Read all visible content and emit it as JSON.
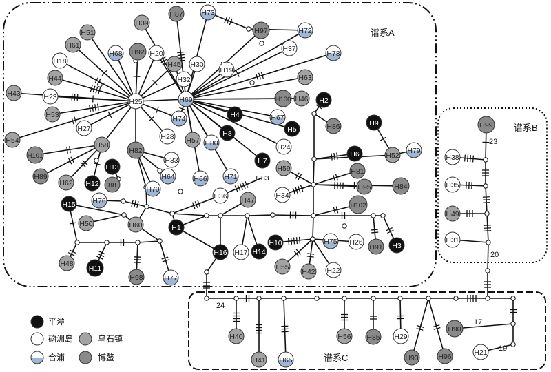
{
  "groups": [
    {
      "id": "A",
      "label": "谱系A"
    },
    {
      "id": "B",
      "label": "谱系B"
    },
    {
      "id": "C",
      "label": "谱系C"
    }
  ],
  "legend": [
    {
      "label": "平潭",
      "kind": "pingtan"
    },
    {
      "label": "硇洲岛",
      "kind": "naozhou"
    },
    {
      "label": "乌石镇",
      "kind": "wushi"
    },
    {
      "label": "合浦",
      "kind": "hepu"
    },
    {
      "label": "博鳌",
      "kind": "boao"
    }
  ],
  "styles": {
    "pingtan": {
      "fill": "#111111",
      "text": "#ffffff"
    },
    "naozhou": {
      "fill": "#ffffff",
      "text": "#222222"
    },
    "wushi": {
      "fill": "#a3a3a3",
      "text": "#222222"
    },
    "boao": {
      "fill": "#8a8a8a",
      "text": "#222222"
    },
    "hepu": {
      "fill": "hepu",
      "text": "#222222"
    },
    "hepu_top": "#ffffff",
    "hepu_bottom": "#9fb7d4"
  },
  "haplotypes": [
    {
      "id": "H1",
      "kind": "pingtan"
    },
    {
      "id": "H2",
      "kind": "pingtan"
    },
    {
      "id": "H3",
      "kind": "pingtan"
    },
    {
      "id": "H4",
      "kind": "pingtan"
    },
    {
      "id": "H5",
      "kind": "pingtan"
    },
    {
      "id": "H6",
      "kind": "pingtan"
    },
    {
      "id": "H7",
      "kind": "pingtan"
    },
    {
      "id": "H8",
      "kind": "pingtan"
    },
    {
      "id": "H9",
      "kind": "pingtan"
    },
    {
      "id": "H10",
      "kind": "pingtan"
    },
    {
      "id": "H11",
      "kind": "pingtan"
    },
    {
      "id": "H12",
      "kind": "pingtan"
    },
    {
      "id": "H13",
      "kind": "pingtan"
    },
    {
      "id": "H14",
      "kind": "pingtan"
    },
    {
      "id": "H15",
      "kind": "pingtan"
    },
    {
      "id": "H16",
      "kind": "pingtan"
    },
    {
      "id": "H17",
      "kind": "naozhou"
    },
    {
      "id": "H18",
      "kind": "naozhou"
    },
    {
      "id": "H19",
      "kind": "naozhou"
    },
    {
      "id": "H20",
      "kind": "naozhou"
    },
    {
      "id": "H21",
      "kind": "naozhou"
    },
    {
      "id": "H22",
      "kind": "naozhou"
    },
    {
      "id": "H23",
      "kind": "naozhou"
    },
    {
      "id": "H24",
      "kind": "naozhou"
    },
    {
      "id": "H25",
      "kind": "naozhou"
    },
    {
      "id": "H26",
      "kind": "naozhou"
    },
    {
      "id": "H27",
      "kind": "naozhou"
    },
    {
      "id": "H28",
      "kind": "naozhou"
    },
    {
      "id": "H29",
      "kind": "naozhou"
    },
    {
      "id": "H30",
      "kind": "naozhou"
    },
    {
      "id": "H31",
      "kind": "naozhou"
    },
    {
      "id": "H32",
      "kind": "naozhou"
    },
    {
      "id": "H33",
      "kind": "naozhou"
    },
    {
      "id": "H34",
      "kind": "naozhou"
    },
    {
      "id": "H35",
      "kind": "naozhou"
    },
    {
      "id": "H36",
      "kind": "naozhou"
    },
    {
      "id": "H37",
      "kind": "naozhou"
    },
    {
      "id": "H38",
      "kind": "naozhou"
    },
    {
      "id": "H39",
      "kind": "wushi"
    },
    {
      "id": "H40",
      "kind": "wushi"
    },
    {
      "id": "H41",
      "kind": "wushi"
    },
    {
      "id": "H42",
      "kind": "wushi"
    },
    {
      "id": "H43",
      "kind": "wushi"
    },
    {
      "id": "H44",
      "kind": "wushi"
    },
    {
      "id": "H45",
      "kind": "wushi"
    },
    {
      "id": "H46",
      "kind": "wushi"
    },
    {
      "id": "H47",
      "kind": "wushi"
    },
    {
      "id": "H48",
      "kind": "wushi"
    },
    {
      "id": "H49",
      "kind": "wushi"
    },
    {
      "id": "H50",
      "kind": "wushi"
    },
    {
      "id": "H51",
      "kind": "wushi"
    },
    {
      "id": "H52",
      "kind": "wushi"
    },
    {
      "id": "H53",
      "kind": "wushi"
    },
    {
      "id": "H54",
      "kind": "wushi"
    },
    {
      "id": "H55",
      "kind": "wushi"
    },
    {
      "id": "H56",
      "kind": "wushi"
    },
    {
      "id": "H57",
      "kind": "wushi"
    },
    {
      "id": "H58",
      "kind": "wushi"
    },
    {
      "id": "H59",
      "kind": "wushi"
    },
    {
      "id": "H60",
      "kind": "wushi"
    },
    {
      "id": "H61",
      "kind": "wushi"
    },
    {
      "id": "H62",
      "kind": "wushi"
    },
    {
      "id": "H63",
      "kind": "wushi"
    },
    {
      "id": "H64",
      "kind": "hepu"
    },
    {
      "id": "H65",
      "kind": "hepu"
    },
    {
      "id": "H66",
      "kind": "hepu"
    },
    {
      "id": "H67",
      "kind": "hepu"
    },
    {
      "id": "H68",
      "kind": "hepu"
    },
    {
      "id": "H69",
      "kind": "hepu"
    },
    {
      "id": "H70",
      "kind": "hepu"
    },
    {
      "id": "H71",
      "kind": "hepu"
    },
    {
      "id": "H72",
      "kind": "hepu"
    },
    {
      "id": "H73",
      "kind": "hepu"
    },
    {
      "id": "H74",
      "kind": "hepu"
    },
    {
      "id": "H75",
      "kind": "hepu"
    },
    {
      "id": "H76",
      "kind": "hepu"
    },
    {
      "id": "H77",
      "kind": "hepu"
    },
    {
      "id": "H78",
      "kind": "hepu"
    },
    {
      "id": "H79",
      "kind": "hepu"
    },
    {
      "id": "H80",
      "kind": "hepu"
    },
    {
      "id": "H81",
      "kind": "boao"
    },
    {
      "id": "H82",
      "kind": "boao"
    },
    {
      "id": "H84",
      "kind": "boao"
    },
    {
      "id": "H85",
      "kind": "boao"
    },
    {
      "id": "H86",
      "kind": "boao"
    },
    {
      "id": "H87",
      "kind": "boao"
    },
    {
      "id": "88",
      "kind": "boao"
    },
    {
      "id": "H89",
      "kind": "boao"
    },
    {
      "id": "H90",
      "kind": "boao"
    },
    {
      "id": "H91",
      "kind": "boao"
    },
    {
      "id": "H92",
      "kind": "boao"
    },
    {
      "id": "H93",
      "kind": "boao"
    },
    {
      "id": "H95",
      "kind": "boao"
    },
    {
      "id": "H96",
      "kind": "boao"
    },
    {
      "id": "H97",
      "kind": "boao"
    },
    {
      "id": "H98",
      "kind": "boao"
    },
    {
      "id": "H99",
      "kind": "boao"
    },
    {
      "id": "H100",
      "kind": "boao"
    },
    {
      "id": "H101",
      "kind": "boao"
    },
    {
      "id": "H102",
      "kind": "boao"
    },
    {
      "id": "H83",
      "kind": "label"
    }
  ],
  "edge_labels": [
    "23",
    "20",
    "24",
    "17",
    "19"
  ]
}
